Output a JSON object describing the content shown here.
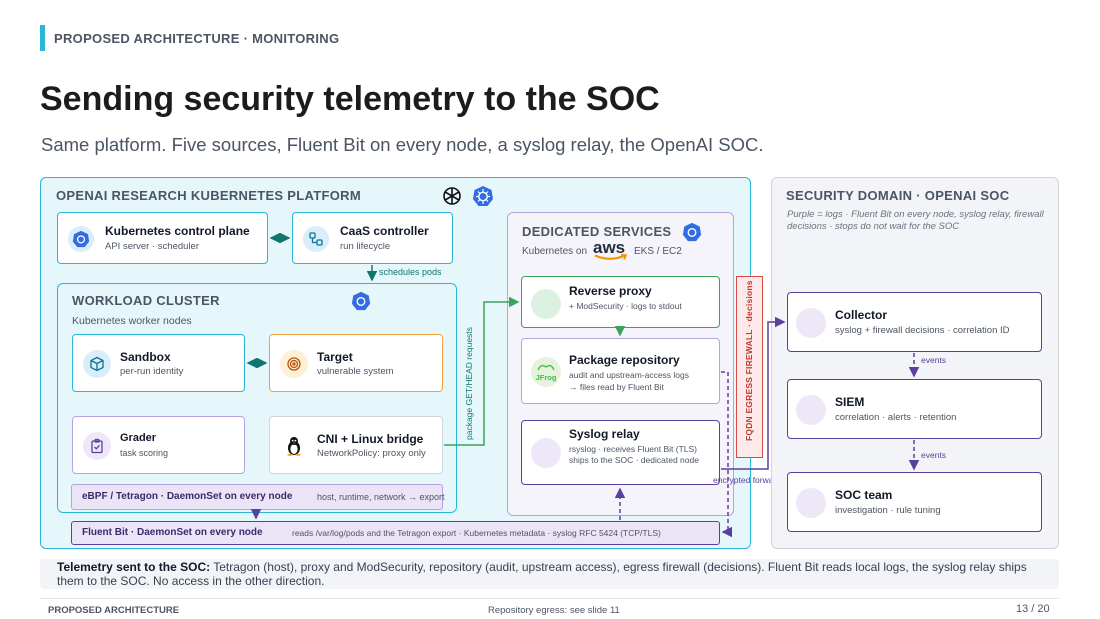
{
  "header": {
    "kicker": "PROPOSED ARCHITECTURE · MONITORING",
    "title": "Sending security telemetry to the SOC",
    "subtitle": "Same platform. Five sources, Fluent Bit on every node, a syslog relay, the OpenAI SOC."
  },
  "platform": {
    "title": "OPENAI RESEARCH KUBERNETES PLATFORM",
    "control_plane": {
      "title": "Kubernetes control plane",
      "sub": "API server · scheduler"
    },
    "caas": {
      "title": "CaaS controller",
      "sub": "run lifecycle"
    },
    "schedules_label": "schedules pods",
    "workload": {
      "title": "WORKLOAD CLUSTER",
      "sub": "Kubernetes worker nodes",
      "sandbox": {
        "title": "Sandbox",
        "sub": "per-run identity"
      },
      "target": {
        "title": "Target",
        "sub": "vulnerable system"
      },
      "grader": {
        "title": "Grader",
        "sub": "task scoring"
      },
      "cni": {
        "title": "CNI + Linux bridge",
        "sub": "NetworkPolicy: proxy only"
      },
      "ebpf": {
        "title": "eBPF / Tetragon · DaemonSet on every node",
        "sub": "host, runtime, network → export"
      }
    },
    "pkg_requests_label": "package GET/HEAD requests",
    "dedicated": {
      "title": "DEDICATED SERVICES",
      "sub_prefix": "Kubernetes on",
      "aws": "aws",
      "sub_suffix": "EKS / EC2",
      "reverse_proxy": {
        "title": "Reverse proxy",
        "sub": "+ ModSecurity · logs to stdout"
      },
      "package_repo": {
        "title": "Package repository",
        "sub": "audit and upstream-access logs\n→ files read by Fluent Bit",
        "logo": "JFrog"
      },
      "syslog_relay": {
        "title": "Syslog relay",
        "sub": "rsyslog · receives Fluent Bit (TLS)\nships to the SOC · dedicated node"
      }
    },
    "fluent": {
      "title": "Fluent Bit · DaemonSet on every node",
      "sub": "reads /var/log/pods and the Tetragon export · Kubernetes metadata · syslog RFC 5424 (TCP/TLS)"
    },
    "firewall": "FQDN EGRESS FIREWALL · decisions",
    "encrypted_label": "encrypted forwarding"
  },
  "security": {
    "title": "SECURITY DOMAIN · OPENAI SOC",
    "note": "Purple = logs · Fluent Bit on every node, syslog relay, firewall decisions · stops do not wait for the SOC",
    "collector": {
      "title": "Collector",
      "sub": "syslog + firewall decisions · correlation ID"
    },
    "events_label_1": "events",
    "siem": {
      "title": "SIEM",
      "sub": "correlation · alerts · retention"
    },
    "events_label_2": "events",
    "soc_team": {
      "title": "SOC team",
      "sub": "investigation · rule tuning"
    }
  },
  "footnote": {
    "lead": "Telemetry sent to the SOC:",
    "text": " Tetragon (host), proxy and ModSecurity, repository (audit, upstream access), egress firewall (decisions). Fluent Bit reads local logs, the syslog relay ships them to the SOC. No access in the other direction."
  },
  "footer": {
    "left": "PROPOSED ARCHITECTURE",
    "middle": "Repository egress: see slide 11",
    "right": "13 / 20"
  },
  "colors": {
    "teal": "#29b6d8",
    "purple": "#5b3f9e",
    "light_purple": "#b9a2e0",
    "green": "#3aa35a",
    "orange": "#f0a33a",
    "firewall_red": "#d94a4a"
  }
}
